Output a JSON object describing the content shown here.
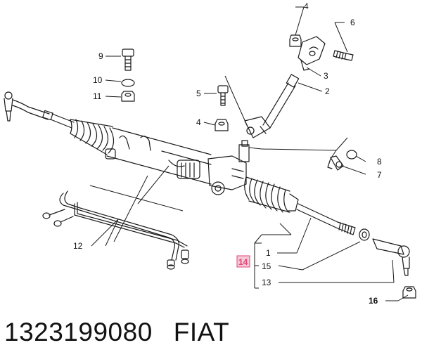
{
  "diagram": {
    "callouts": {
      "c1": "1",
      "c2": "2",
      "c3": "3",
      "c4a": "4",
      "c4b": "4",
      "c5": "5",
      "c6": "6",
      "c7": "7",
      "c8": "8",
      "c9": "9",
      "c10": "10",
      "c11": "11",
      "c12": "12",
      "c13": "13",
      "c14": "14",
      "c15": "15",
      "c16": "16"
    },
    "colors": {
      "line": "#1a1a1a",
      "highlight_fill": "#f6c9d6",
      "highlight_text": "#e0447a"
    }
  },
  "footer": {
    "part_number": "1323199080",
    "brand": "FIAT"
  }
}
